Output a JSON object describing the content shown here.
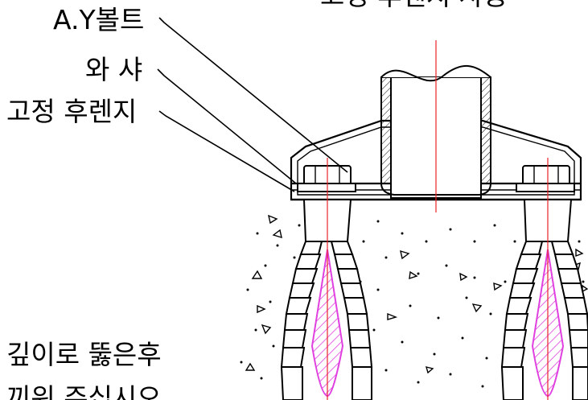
{
  "labels": {
    "top_heading": "고정 후렌지 사용",
    "bolt": "A.Y볼트",
    "washer": "와 샤",
    "flange": "고정 후렌지",
    "note_line1": "깊이로 뚫은후",
    "note_line2": "끼워 주십시오"
  },
  "colors": {
    "line": "#000000",
    "centerline": "#e8232b",
    "hatch": "#e040e0",
    "background": "#ffffff"
  }
}
